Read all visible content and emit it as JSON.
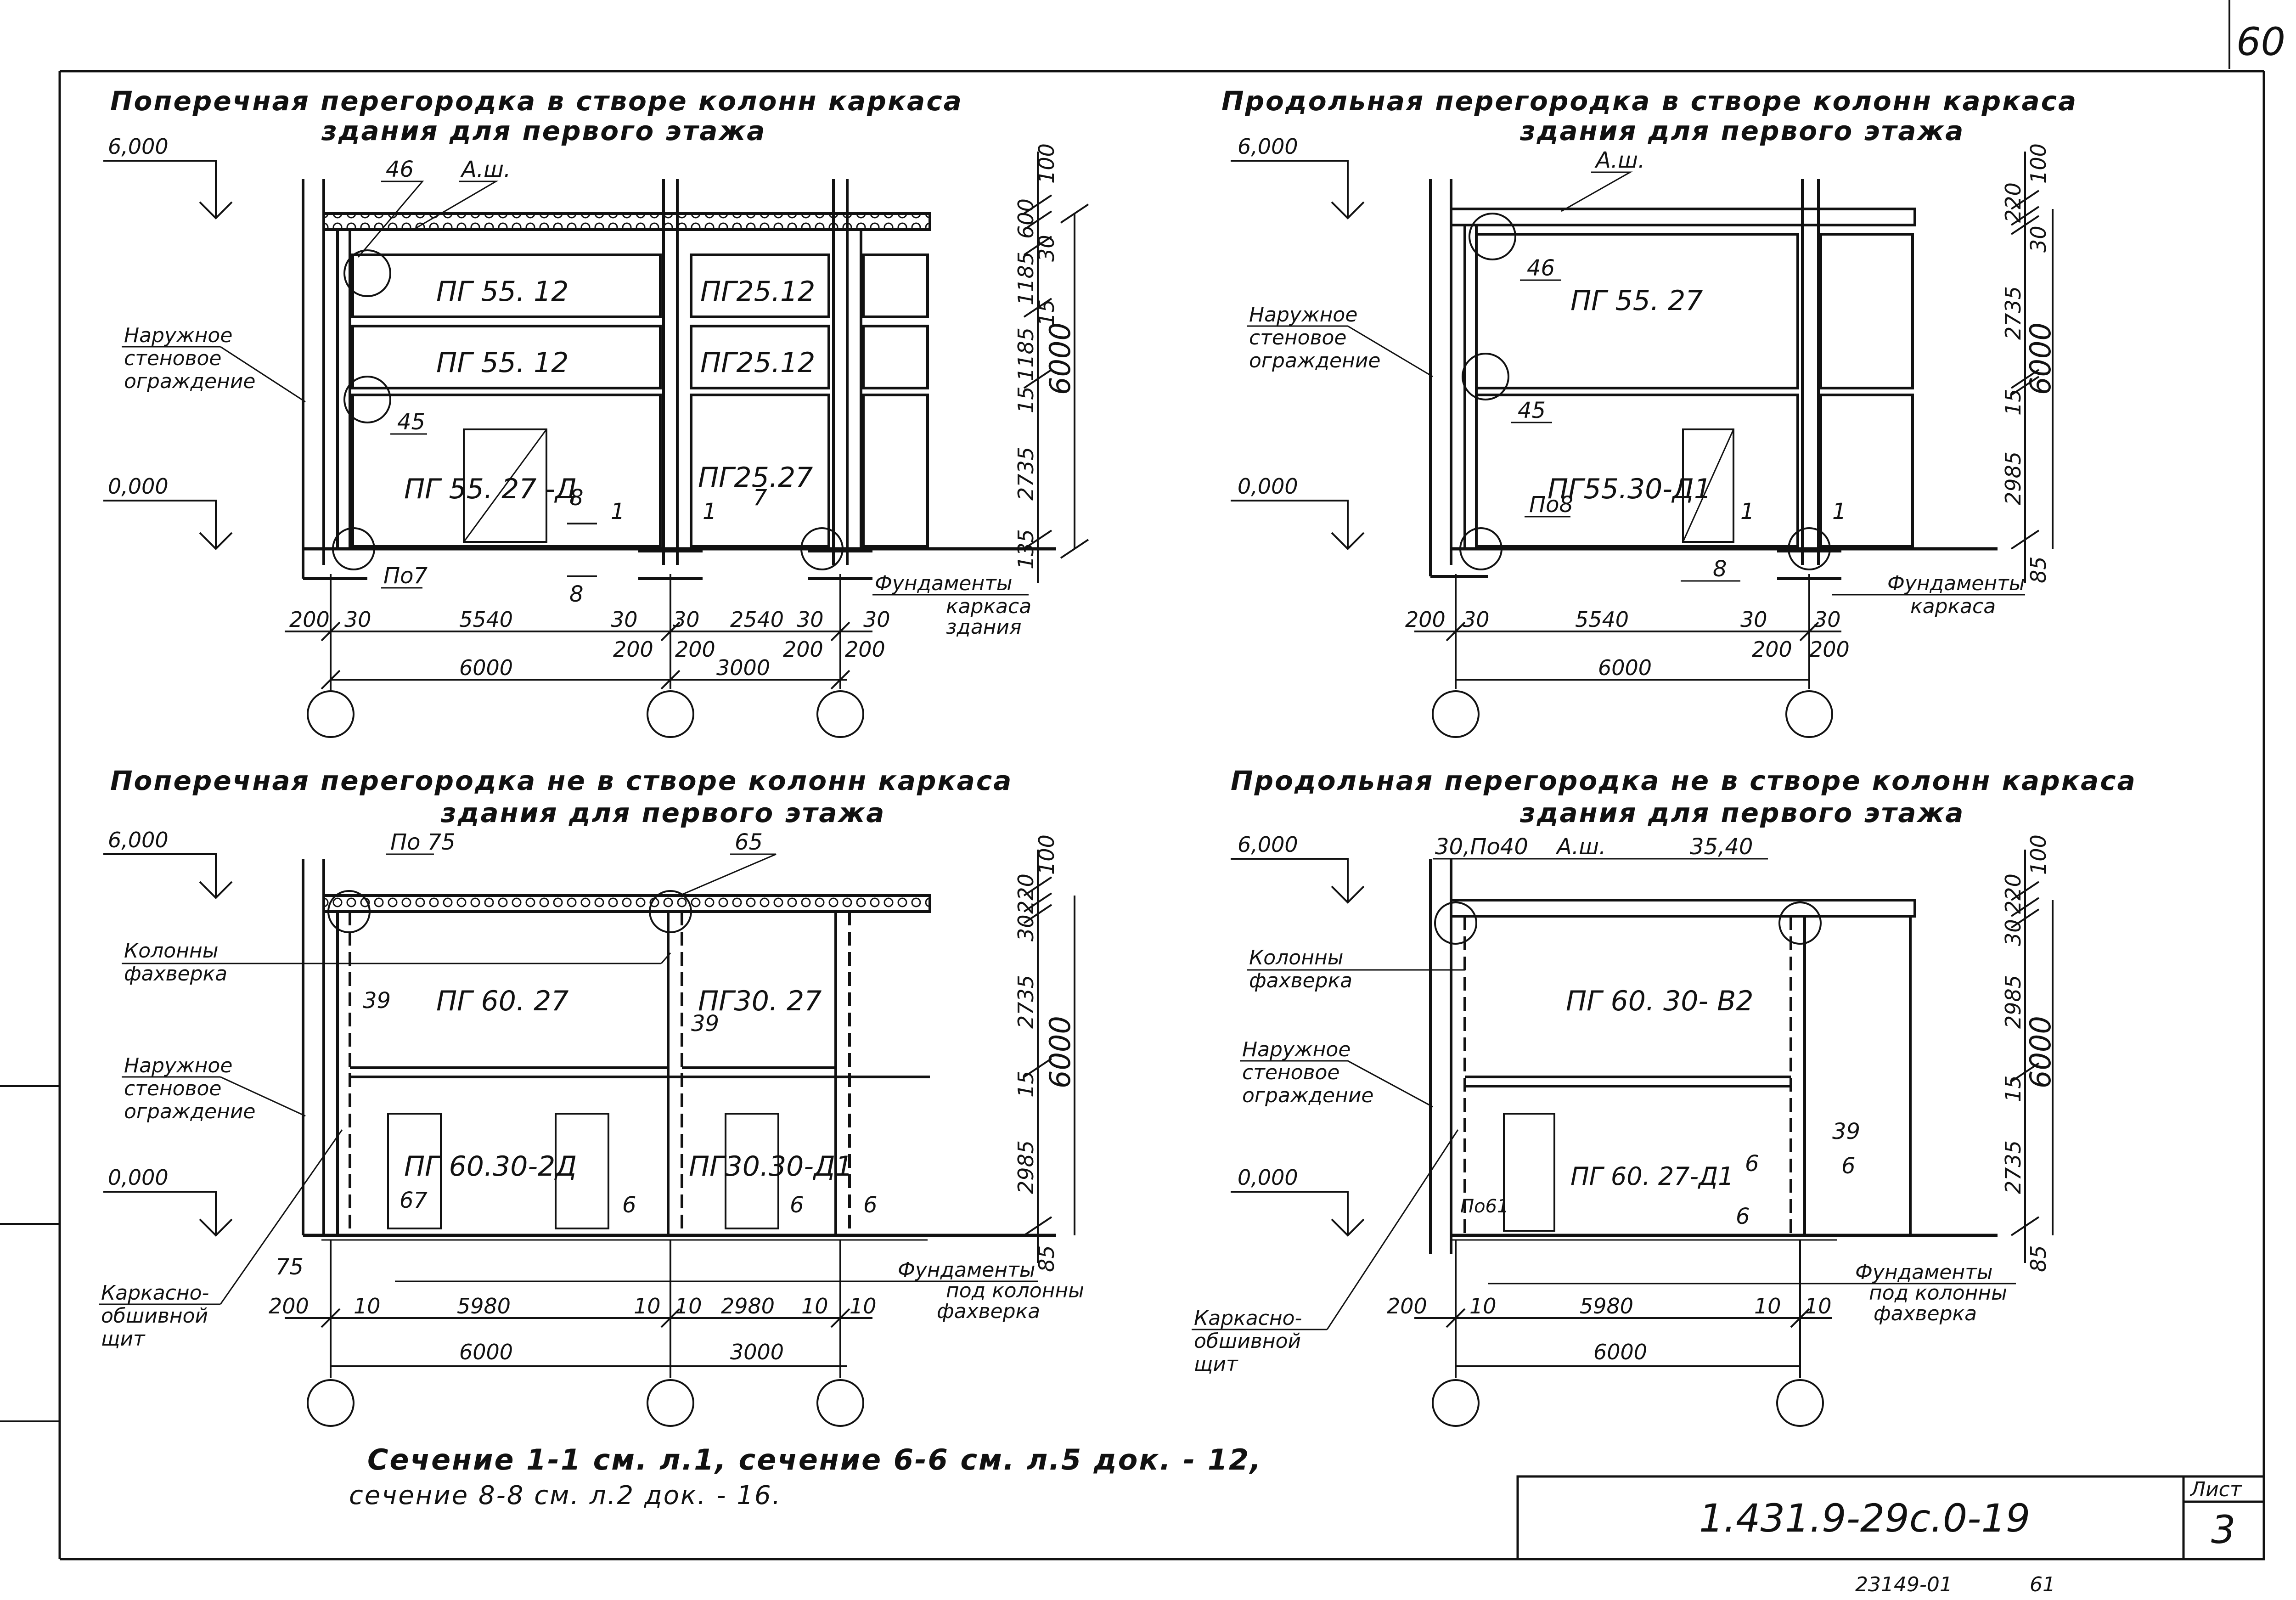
{
  "sheet": {
    "page_number": "60",
    "stamp_code": "1.431.9-29с.0-19",
    "sheet_label": "Лист",
    "sheet_number": "3",
    "archive_number": "23149-01",
    "archive_page": "61",
    "note_line1": "Сечение 1-1 см. л.1, сечение 6-6 см. л.5 док. - 12,",
    "note_line2": "сечение 8-8 см. л.2 док. - 16."
  },
  "common": {
    "level_top": "6,000",
    "level_bottom": "0,000",
    "outer_wall": [
      "Наружное",
      "стеновое",
      "ограждение"
    ],
    "columns_fachwerk": [
      "Колонны",
      "фахверка"
    ],
    "frame_panel": [
      "Каркасно-",
      "обшивной",
      "щит"
    ],
    "total_height": "6000"
  },
  "views": {
    "tl": {
      "title_line1": "Поперечная перегородка в створе колонн каркаса",
      "title_line2": "здания для первого этажа",
      "panels": [
        "ПГ 55. 12",
        "ПГ 55. 12",
        "ПГ 55. 27 -Д",
        "ПГ25.12",
        "ПГ25.12",
        "ПГ25.27"
      ],
      "marks": [
        "46",
        "А.ш.",
        "45",
        "По7",
        "8",
        "1",
        "1",
        "7",
        "8"
      ],
      "foundation": [
        "Фундаменты",
        "каркаса",
        "здания"
      ],
      "vdims": [
        "100",
        "600",
        "30",
        "1185",
        "15",
        "1185",
        "15",
        "2735",
        "135"
      ],
      "hdims": [
        "200",
        "30",
        "5540",
        "30",
        "30",
        "2540",
        "30",
        "30",
        "200",
        "200",
        "200",
        "200"
      ],
      "spans": [
        "6000",
        "3000"
      ]
    },
    "tr": {
      "title_line1": "Продольная перегородка в створе колонн каркаса",
      "title_line2": "здания для первого этажа",
      "panels": [
        "ПГ 55. 27",
        "ПГ55.30-Д1"
      ],
      "marks": [
        "А.ш.",
        "46",
        "45",
        "По8",
        "1",
        "1",
        "8"
      ],
      "foundation": [
        "Фундаменты",
        "каркаса"
      ],
      "vdims": [
        "100",
        "220",
        "30",
        "2735",
        "15",
        "2985",
        "85"
      ],
      "hdims": [
        "200",
        "30",
        "5540",
        "30",
        "30",
        "200",
        "200"
      ],
      "spans": [
        "6000"
      ]
    },
    "bl": {
      "title_line1": "Поперечная перегородка не в створе колонн каркаса",
      "title_line2": "здания для первого этажа",
      "panels": [
        "ПГ 60. 27",
        "ПГ30. 27",
        "ПГ 60.30-2Д",
        "ПГ30.30-Д1"
      ],
      "marks": [
        "По 75",
        "65",
        "39",
        "39",
        "67",
        "6",
        "6",
        "6",
        "75"
      ],
      "foundation": [
        "Фундаменты",
        "под колонны",
        "фахверка"
      ],
      "vdims": [
        "100",
        "220",
        "30",
        "2735",
        "15",
        "2985",
        "85"
      ],
      "hdims": [
        "200",
        "10",
        "5980",
        "10",
        "10",
        "2980",
        "10",
        "10"
      ],
      "spans": [
        "6000",
        "3000"
      ]
    },
    "br": {
      "title_line1": "Продольная перегородка не в створе колонн каркаса",
      "title_line2": "здания для первого этажа",
      "panels": [
        "ПГ 60. 30- В2",
        "ПГ 60. 27-Д1"
      ],
      "marks": [
        "30,По40",
        "А.ш.",
        "35,40",
        "39",
        "6",
        "6",
        "6",
        "По61"
      ],
      "foundation": [
        "Фундаменты",
        "под колонны",
        "фахверка"
      ],
      "vdims": [
        "100",
        "220",
        "30",
        "2985",
        "15",
        "2735",
        "85"
      ],
      "hdims": [
        "200",
        "10",
        "5980",
        "10",
        "10"
      ],
      "spans": [
        "6000"
      ]
    }
  }
}
